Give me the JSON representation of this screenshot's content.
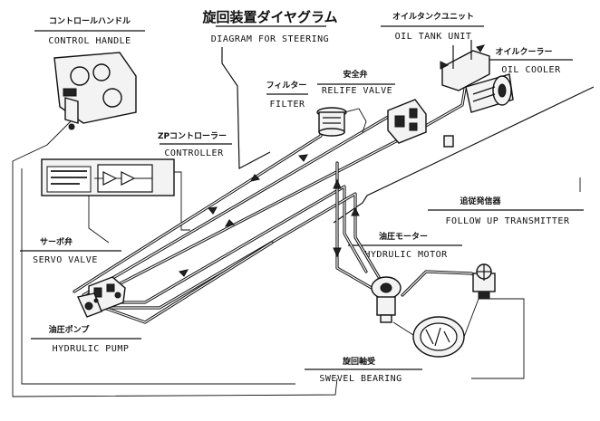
{
  "title": {
    "jp": "旋回装置ダイヤグラム",
    "en": "DIAGRAM FOR STEERING"
  },
  "labels": {
    "control_handle": {
      "jp": "コントロールハンドル",
      "en": "CONTROL HANDLE"
    },
    "oil_tank_unit": {
      "jp": "オイルタンクユニット",
      "en": "OIL TANK UNIT"
    },
    "oil_cooler": {
      "jp": "オイルクーラー",
      "en": "OIL COOLER"
    },
    "relief_valve": {
      "jp": "安全弁",
      "en": "RELIFE VALVE"
    },
    "filter": {
      "jp": "フィルター",
      "en": "FILTER"
    },
    "controller": {
      "jp": "ZPコントローラー",
      "en": "CONTROLLER"
    },
    "servo_valve": {
      "jp": "サーボ弁",
      "en": "SERVO VALVE"
    },
    "hydraulic_pump": {
      "jp": "油圧ポンプ",
      "en": "HYDRULIC PUMP"
    },
    "hydraulic_motor": {
      "jp": "油圧モーター",
      "en": "HYDRULIC MOTOR"
    },
    "follow_up_transmitter": {
      "jp": "追従発信器",
      "en": "FOLLOW UP TRANSMITTER"
    },
    "swivel_bearing": {
      "jp": "旋回軸受",
      "en": "SWEVEL BEARING"
    }
  }
}
